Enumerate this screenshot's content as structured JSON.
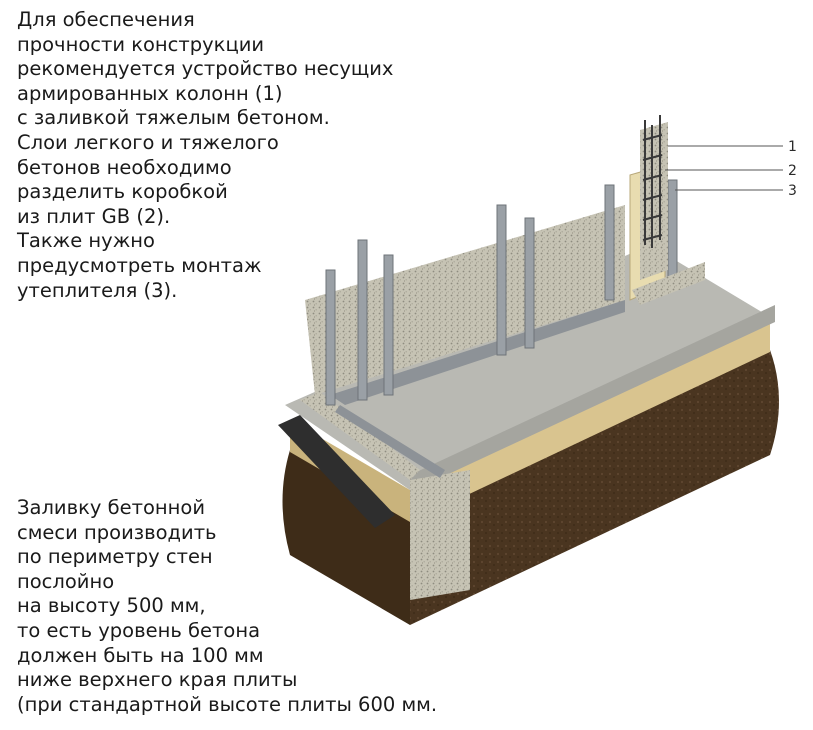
{
  "top_text": [
    "Для обеспечения",
    "прочности конструкции",
    "рекомендуется устройство несущих",
    "армированных колонн (1)",
    "с заливкой тяжелым бетоном.",
    "Слои легкого и тяжелого",
    "бетонов необходимо",
    "разделить коробкой",
    "из плит GB (2).",
    "Также нужно",
    "предусмотреть монтаж",
    "утеплителя (3)."
  ],
  "bottom_text": [
    "Заливку бетонной",
    "смеси производить",
    "по периметру стен",
    "послойно",
    "на высоту 500 мм,",
    "то есть уровень бетона",
    "должен быть на 100 мм",
    "ниже верхнего края плиты",
    "(при стандартной высоте плиты 600 мм."
  ],
  "callouts": [
    "1",
    "2",
    "3"
  ],
  "colors": {
    "soil": "#4a3520",
    "sand": "#d9c48f",
    "concrete": "#b9b9b3",
    "panel": "#c9c6b8",
    "steel": "#9aa0a6",
    "rebar": "#3a3a3a",
    "insulation": "#e8dcb0",
    "membrane": "#2e2e2e"
  }
}
